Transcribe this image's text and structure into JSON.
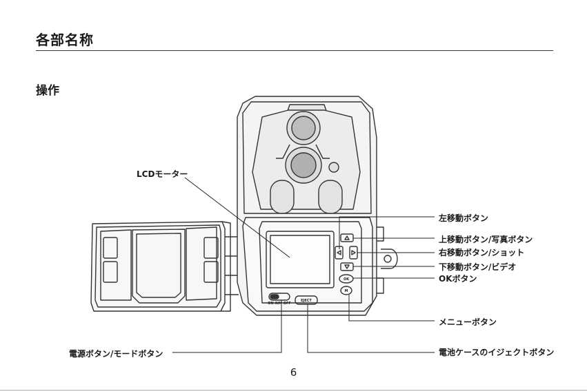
{
  "page": {
    "title": "各部名称",
    "section": "操作",
    "page_number": "6"
  },
  "labels": {
    "lcd_monitor": "LCDモーター",
    "left_button": "左移動ボタン",
    "up_button": "上移動ボタン/写真ボタン",
    "right_button": "右移動ボタン/ショット",
    "down_button": "下移動ボタン/ビデオ",
    "ok_button": "OKボタン",
    "menu_button": "メニューボタン",
    "power_button": "電源ボタン/モードボタン",
    "battery_eject": "電池ケースのイジェクトボタン"
  },
  "device_text": {
    "switch": "ON AIM OFF",
    "eject": "EJECT",
    "ok": "OK",
    "menu": "M"
  }
}
